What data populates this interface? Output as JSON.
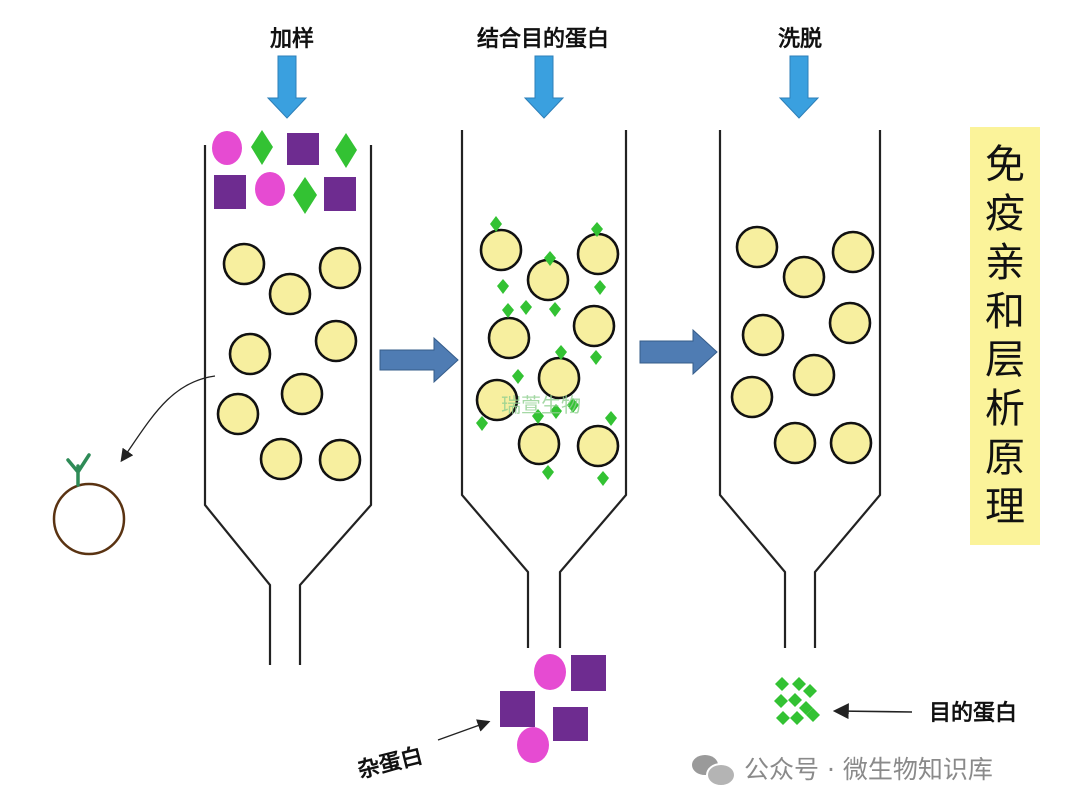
{
  "steps": {
    "load": "加样",
    "bind": "结合目的蛋白",
    "elute": "洗脱"
  },
  "side_title": [
    "免",
    "疫",
    "亲",
    "和",
    "层",
    "析",
    "原",
    "理"
  ],
  "outputs": {
    "impurity": "杂蛋白",
    "target": "目的蛋白"
  },
  "watermark_center": "瑞萱生物",
  "footer": {
    "source": "公众号 · 微生物知识库"
  },
  "colors": {
    "bead_fill": "#f7ef9f",
    "bead_stroke": "#111111",
    "target_protein": "#33c233",
    "impurity_circle": "#e64bd2",
    "impurity_square": "#6e2c90",
    "arrow_down": "#3aa0df",
    "arrow_right": "#4f7cb3",
    "title_bg": "#fbf39a",
    "ligand_bead_stroke": "#5a3312",
    "ligand_stem": "#2e8b57"
  }
}
